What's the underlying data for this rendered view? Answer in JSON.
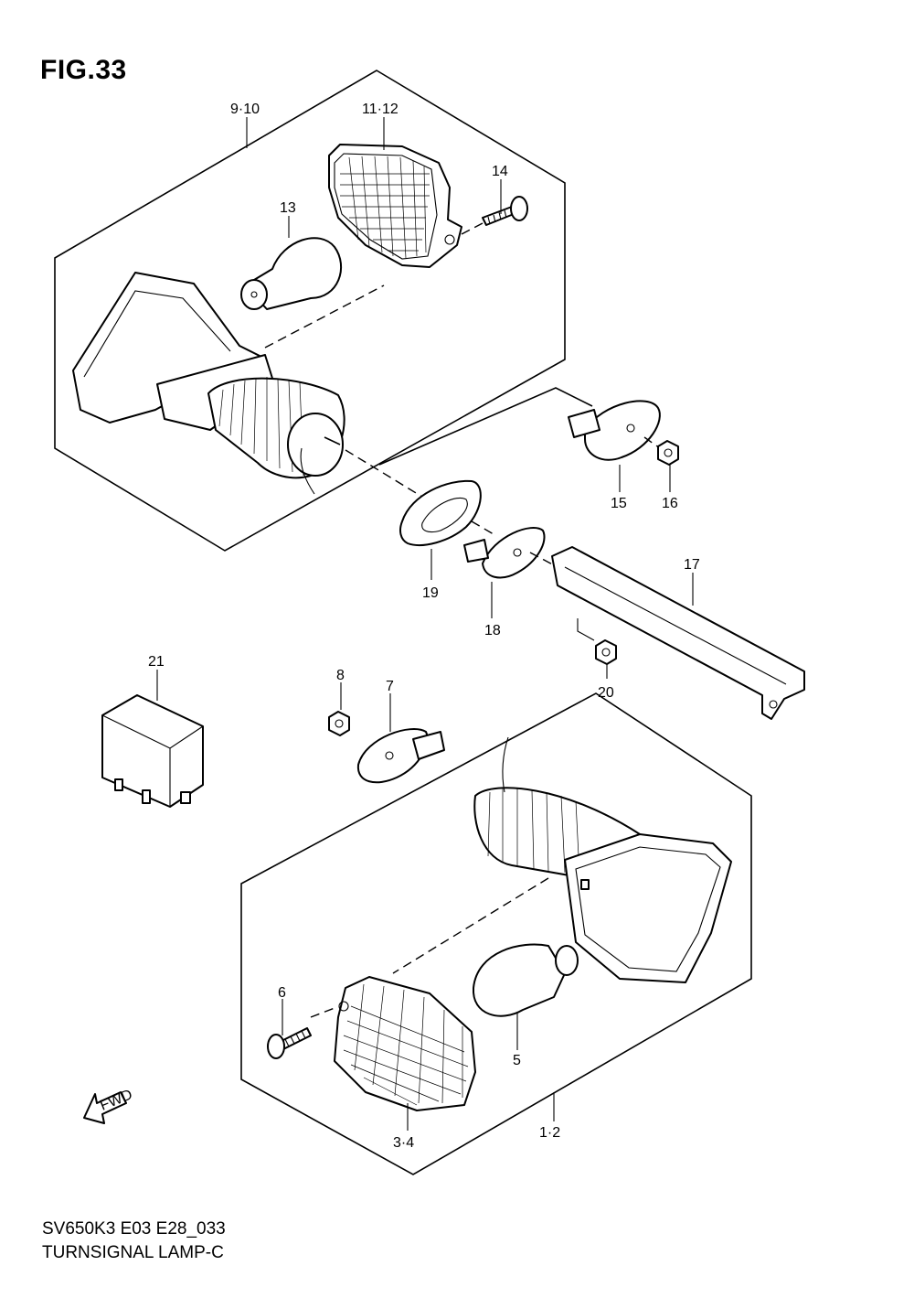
{
  "figure": {
    "title": "FIG.33",
    "model_code": "SV650K3 E03 E28_033",
    "diagram_name": "TURNSIGNAL LAMP-C",
    "fwd_label": "FWD"
  },
  "callouts": [
    {
      "id": "c-9-10",
      "text": "9·10"
    },
    {
      "id": "c-11-12",
      "text": "11·12"
    },
    {
      "id": "c-14",
      "text": "14"
    },
    {
      "id": "c-13",
      "text": "13"
    },
    {
      "id": "c-15",
      "text": "15"
    },
    {
      "id": "c-16",
      "text": "16"
    },
    {
      "id": "c-17",
      "text": "17"
    },
    {
      "id": "c-19",
      "text": "19"
    },
    {
      "id": "c-18",
      "text": "18"
    },
    {
      "id": "c-20",
      "text": "20"
    },
    {
      "id": "c-21",
      "text": "21"
    },
    {
      "id": "c-8",
      "text": "8"
    },
    {
      "id": "c-7",
      "text": "7"
    },
    {
      "id": "c-6",
      "text": "6"
    },
    {
      "id": "c-5",
      "text": "5"
    },
    {
      "id": "c-3-4",
      "text": "3·4"
    },
    {
      "id": "c-1-2",
      "text": "1·2"
    }
  ]
}
